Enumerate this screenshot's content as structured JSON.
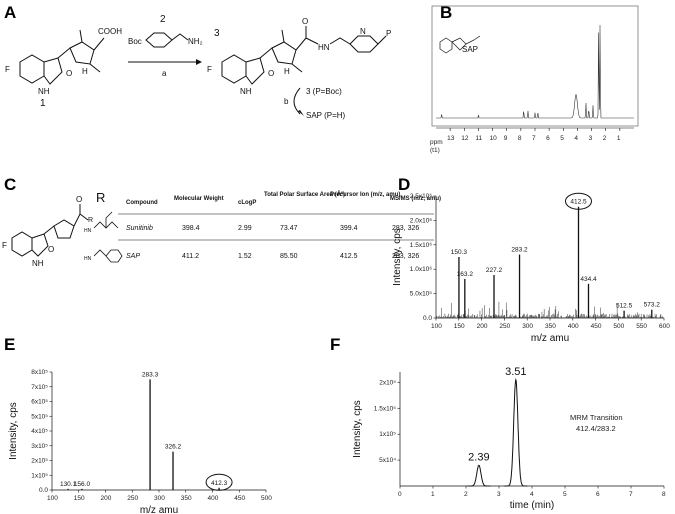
{
  "panels": {
    "A": {
      "letter": "A",
      "reagent_number": "2",
      "reagent_boc": "Boc",
      "reagent_amine": "NH₂",
      "product_number": "3",
      "start_label": "1",
      "step_a": "a",
      "step_b": "b",
      "product_boc": "3 (P=Boc)",
      "product_sap": "SAP (P=H)",
      "sub_F": "F",
      "sub_O": "O",
      "sub_NH": "NH",
      "sub_HN": "HN",
      "sub_N": "N",
      "sub_P": "P",
      "sub_COOH": "COOH",
      "sub_H": "H"
    },
    "B": {
      "letter": "B",
      "compound": "SAP",
      "axis_prefix": "ppm",
      "axis_unit": "(t1)",
      "ticks": [
        "13",
        "12",
        "11",
        "10",
        "9",
        "8",
        "7",
        "6",
        "5",
        "4",
        "3",
        "2",
        "1"
      ]
    },
    "C": {
      "letter": "C",
      "r_label": "R",
      "headers": {
        "compound": "Compound",
        "mw": "Molecular Weight",
        "clogp": "cLogP",
        "tpsa": "Total Polar Surface Area (Å²)",
        "precursor": "Precursor Ion (m/z, amu)",
        "msms": "MS/MS (m/z, amu)"
      },
      "rows": [
        {
          "compound": "Sunitinib",
          "mw": "398.4",
          "clogp": "2.99",
          "tpsa": "73.47",
          "precursor": "399.4",
          "msms": "283, 326"
        },
        {
          "compound": "SAP",
          "mw": "411.2",
          "clogp": "1.52",
          "tpsa": "85.50",
          "precursor": "412.5",
          "msms": "283, 326"
        }
      ]
    },
    "D": {
      "letter": "D"
    },
    "E": {
      "letter": "E"
    },
    "F": {
      "letter": "F",
      "annotation_line1": "MRM Transition",
      "annotation_line2": "412.4/283.2"
    }
  },
  "chart_data": [
    {
      "panel": "B",
      "type": "line",
      "xlabel": "ppm (t1)",
      "xlim": [
        14,
        0
      ],
      "xticks": [
        13,
        12,
        11,
        10,
        9,
        8,
        7,
        6,
        5,
        4,
        3,
        2,
        1
      ],
      "peaks": [
        {
          "x": 13.6,
          "y": 0.04
        },
        {
          "x": 11.0,
          "y": 0.03
        },
        {
          "x": 7.8,
          "y": 0.08
        },
        {
          "x": 7.5,
          "y": 0.07
        },
        {
          "x": 7.0,
          "y": 0.05
        },
        {
          "x": 6.8,
          "y": 0.06
        },
        {
          "x": 4.1,
          "y": 0.22
        },
        {
          "x": 3.4,
          "y": 0.15
        },
        {
          "x": 3.2,
          "y": 0.1
        },
        {
          "x": 2.9,
          "y": 0.12
        },
        {
          "x": 2.5,
          "y": 0.95
        },
        {
          "x": 2.4,
          "y": 0.9
        }
      ]
    },
    {
      "panel": "D",
      "type": "bar",
      "xlabel": "m/z amu",
      "ylabel": "Intensity, cps",
      "xlim": [
        100,
        600
      ],
      "ylim": [
        0,
        2500000
      ],
      "xticks": [
        "100",
        "150",
        "200",
        "250",
        "300",
        "350",
        "400",
        "450",
        "500",
        "550",
        "600"
      ],
      "yticks": [
        "0.0",
        "5.0x10⁵",
        "1.0x10⁶",
        "1.5x10⁶",
        "2.0x10⁶",
        "2.5x10⁶"
      ],
      "x": [
        150.3,
        163.2,
        227.2,
        283.2,
        412.5,
        434.4,
        512.5,
        573.2
      ],
      "values": [
        1250000,
        800000,
        880000,
        1300000,
        2280000,
        700000,
        150000,
        170000
      ],
      "labels": [
        "150.3",
        "163.2",
        "227.2",
        "283.2",
        "412.5",
        "434.4",
        "512.5",
        "573.2"
      ],
      "circled": "412.5"
    },
    {
      "panel": "E",
      "type": "bar",
      "xlabel": "m/z amu",
      "ylabel": "Intensity, cps",
      "xlim": [
        100,
        500
      ],
      "ylim": [
        0,
        800000
      ],
      "xticks": [
        "100",
        "150",
        "200",
        "250",
        "300",
        "350",
        "400",
        "450",
        "500"
      ],
      "yticks": [
        "0.0",
        "1x10⁵",
        "2x10⁵",
        "3x10⁵",
        "4x10⁵",
        "5x10⁵",
        "6x10⁵",
        "7x10⁵",
        "8x10⁵"
      ],
      "x": [
        130.1,
        156.0,
        283.3,
        326.2,
        412.3
      ],
      "values": [
        8000,
        8000,
        750000,
        260000,
        15000
      ],
      "labels": [
        "130.1",
        "156.0",
        "283.3",
        "326.2",
        "412.3"
      ],
      "circled": "412.3"
    },
    {
      "panel": "F",
      "type": "line",
      "xlabel": "time (min)",
      "ylabel": "Intensity, cps",
      "xlim": [
        0,
        8
      ],
      "ylim": [
        0,
        220000
      ],
      "xticks": [
        "0",
        "1",
        "2",
        "3",
        "4",
        "5",
        "6",
        "7",
        "8"
      ],
      "yticks": [
        "5x10⁴",
        "1x10⁵",
        "1.5x10⁵",
        "2x10⁵"
      ],
      "peaks": [
        {
          "x": 2.39,
          "y": 40000,
          "label": "2.39"
        },
        {
          "x": 3.51,
          "y": 205000,
          "label": "3.51"
        }
      ]
    }
  ]
}
